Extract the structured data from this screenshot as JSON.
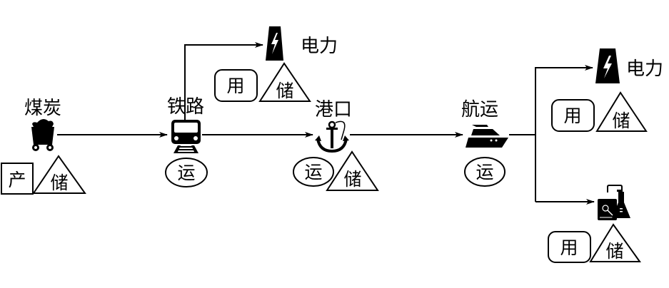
{
  "nodes": {
    "coal": {
      "label": "煤炭",
      "icon": "coal-cart-icon",
      "tags": [
        "产",
        "储"
      ]
    },
    "railway": {
      "label": "铁路",
      "icon": "train-icon",
      "tags": [
        "运"
      ]
    },
    "power_top": {
      "label": "电力",
      "icon": "power-plant-icon",
      "tags": [
        "用",
        "储"
      ]
    },
    "port": {
      "label": "港口",
      "icon": "anchor-icon",
      "tags": [
        "运",
        "储"
      ]
    },
    "shipping": {
      "label": "航运",
      "icon": "ship-icon",
      "tags": [
        "运"
      ]
    },
    "power_right": {
      "label": "电力",
      "icon": "power-plant-icon",
      "tags": [
        "用",
        "储"
      ]
    },
    "chemical": {
      "label": "",
      "icon": "chemical-plant-icon",
      "tags": [
        "用",
        "储"
      ]
    }
  },
  "legend_meaning": {
    "产": "production (square box)",
    "储": "storage (triangle)",
    "运": "transport (oval)",
    "用": "use (rounded box)"
  },
  "edges": [
    {
      "from": "coal",
      "to": "railway"
    },
    {
      "from": "railway",
      "to": "power_top"
    },
    {
      "from": "railway",
      "to": "port"
    },
    {
      "from": "port",
      "to": "shipping"
    },
    {
      "from": "shipping",
      "to": "power_right"
    },
    {
      "from": "shipping",
      "to": "chemical"
    }
  ]
}
